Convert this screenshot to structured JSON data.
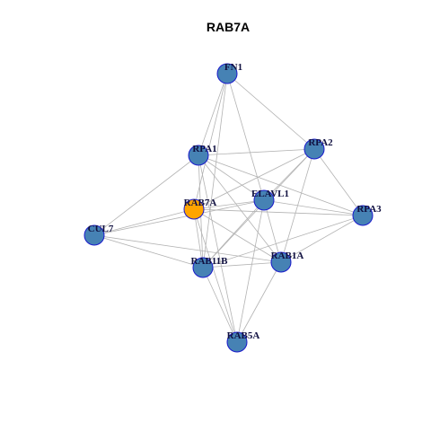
{
  "title": "RAB7A",
  "colors": {
    "node_default": "#4682b4",
    "node_focus": "#ffa500",
    "node_border": "#1a1acc",
    "edge": "#b3b3b3",
    "label": "#101040"
  },
  "graph": {
    "focus": "RAB7A",
    "nodes": [
      "FN1",
      "RPA2",
      "RPA1",
      "ELAVL1",
      "RAB7A",
      "RPA3",
      "CUL7",
      "RAB11B",
      "RAB1A",
      "RAB5A"
    ],
    "edges": [
      [
        "FN1",
        "RPA2"
      ],
      [
        "FN1",
        "RPA1"
      ],
      [
        "FN1",
        "RAB7A"
      ],
      [
        "FN1",
        "ELAVL1"
      ],
      [
        "FN1",
        "RAB11B"
      ],
      [
        "RPA2",
        "RPA1"
      ],
      [
        "RPA2",
        "RAB7A"
      ],
      [
        "RPA2",
        "ELAVL1"
      ],
      [
        "RPA2",
        "RPA3"
      ],
      [
        "RPA2",
        "RAB11B"
      ],
      [
        "RPA2",
        "RAB1A"
      ],
      [
        "RPA1",
        "ELAVL1"
      ],
      [
        "RPA1",
        "RPA3"
      ],
      [
        "RPA1",
        "CUL7"
      ],
      [
        "RPA1",
        "RAB11B"
      ],
      [
        "RPA1",
        "RAB1A"
      ],
      [
        "RPA1",
        "RAB5A"
      ],
      [
        "RAB7A",
        "ELAVL1"
      ],
      [
        "RAB7A",
        "RPA3"
      ],
      [
        "RAB7A",
        "CUL7"
      ],
      [
        "RAB7A",
        "RAB11B"
      ],
      [
        "RAB7A",
        "RAB1A"
      ],
      [
        "RAB7A",
        "RAB5A"
      ],
      [
        "ELAVL1",
        "RPA3"
      ],
      [
        "ELAVL1",
        "CUL7"
      ],
      [
        "ELAVL1",
        "RAB11B"
      ],
      [
        "ELAVL1",
        "RAB1A"
      ],
      [
        "ELAVL1",
        "RAB5A"
      ],
      [
        "RPA3",
        "RAB11B"
      ],
      [
        "RPA3",
        "RAB1A"
      ],
      [
        "CUL7",
        "RAB11B"
      ],
      [
        "CUL7",
        "RAB1A"
      ],
      [
        "RAB11B",
        "RAB1A"
      ],
      [
        "RAB11B",
        "RAB5A"
      ],
      [
        "RAB1A",
        "RAB5A"
      ]
    ]
  }
}
